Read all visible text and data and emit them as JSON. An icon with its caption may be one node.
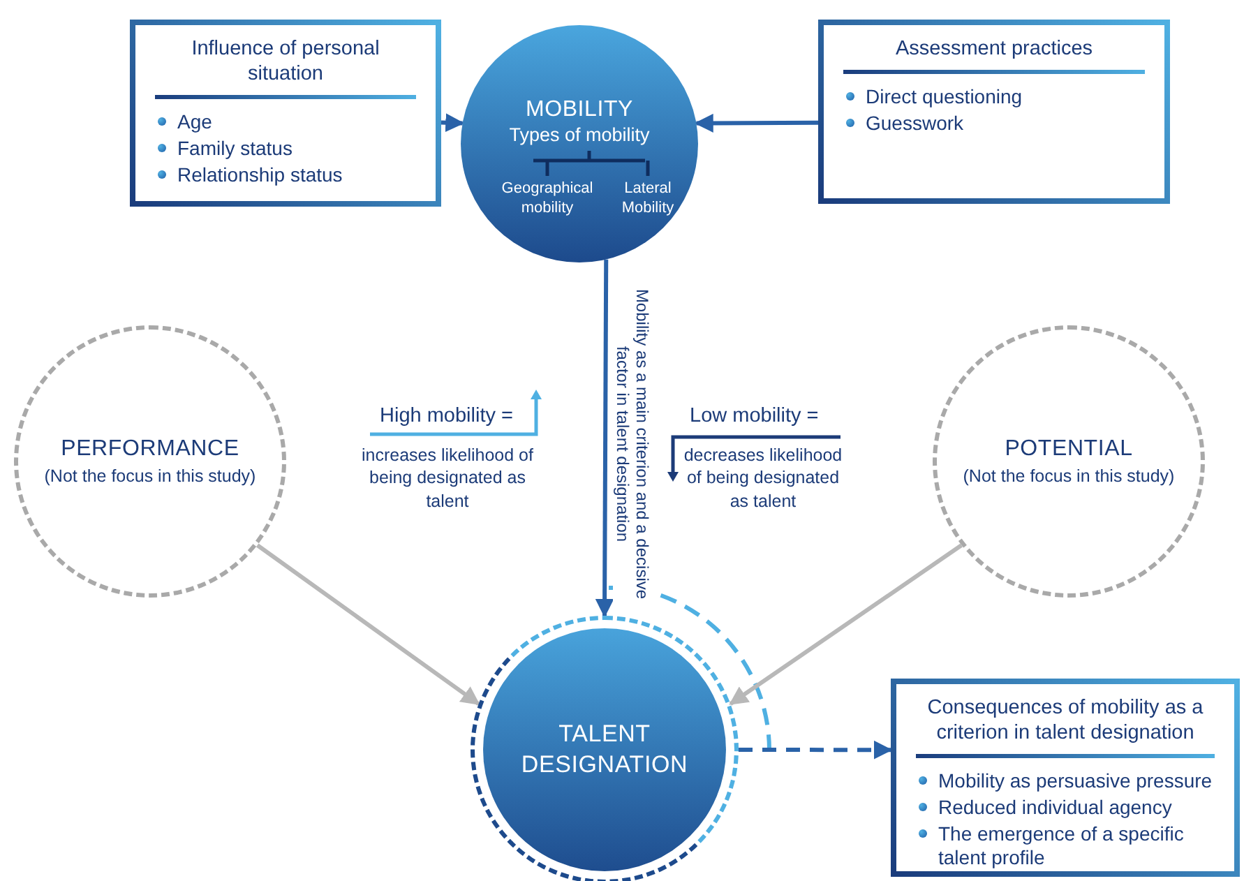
{
  "diagram": {
    "nodes": [
      {
        "text": [
          "Influence of personal situation",
          "Age",
          "Family status",
          "Relationship status"
        ]
      },
      {
        "text": [
          "MOBILITY",
          "Types of mobility"
        ]
      },
      {
        "text": [
          "Geographical mobility"
        ],
        "in": 1
      },
      {
        "text": [
          "Lateral Mobility"
        ],
        "in": 1
      },
      {
        "text": [
          "Assessment practices",
          "Direct questioning",
          "Guesswork"
        ]
      },
      {
        "text": [
          "PERFORMANCE",
          "(Not the focus in this study)"
        ]
      },
      {
        "text": [
          "POTENTIAL",
          "(Not the focus in this study)"
        ]
      },
      {
        "text": [
          "TALENT DESIGNATION"
        ]
      },
      {
        "text": [
          "Consequences of mobility as a criterion in talent designation",
          "Mobility as persuasive pressure",
          "Reduced individual agency",
          "The emergence of a specific talent profile"
        ]
      }
    ],
    "edges": [
      {
        "from": 0,
        "to": 1,
        "arrow": "to"
      },
      {
        "from": 4,
        "to": 1,
        "arrow": "to"
      },
      {
        "from": 1,
        "to": 7,
        "arrow": "to",
        "label": "Mobility as a main criterion and a decisive factor in talent designation"
      },
      {
        "from": 5,
        "to": 7,
        "arrow": "to",
        "color": "#b8b8b8"
      },
      {
        "from": 6,
        "to": 7,
        "arrow": "to",
        "color": "#b8b8b8"
      },
      {
        "from": 7,
        "to": 8,
        "arrow": "to",
        "style": "dashed"
      }
    ],
    "labels": [
      "High mobility =",
      "increases likelihood of being designated as talent",
      "Low mobility =",
      "decreases likelihood of being designated as talent"
    ]
  }
}
